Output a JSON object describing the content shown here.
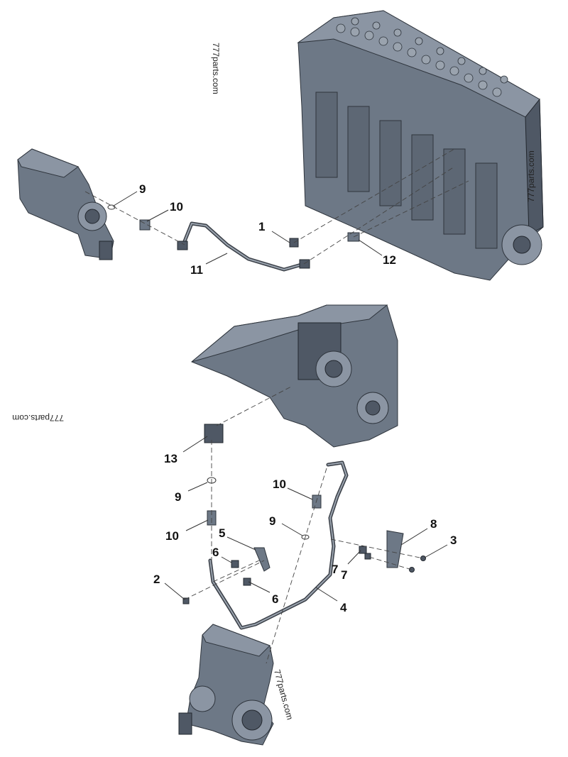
{
  "watermarks": [
    "777parts.com",
    "777parts.com",
    "777parts.com",
    "777parts.com"
  ],
  "callouts": {
    "c1": "1",
    "c9a": "9",
    "c10a": "10",
    "c11": "11",
    "c12": "12",
    "c13": "13",
    "c9b": "9",
    "c10b": "10",
    "c10c": "10",
    "c9c": "9",
    "c5": "5",
    "c6a": "6",
    "c6b": "6",
    "c2": "2",
    "c4": "4",
    "c7a": "7",
    "c7b": "7",
    "c8": "8",
    "c3": "3"
  }
}
